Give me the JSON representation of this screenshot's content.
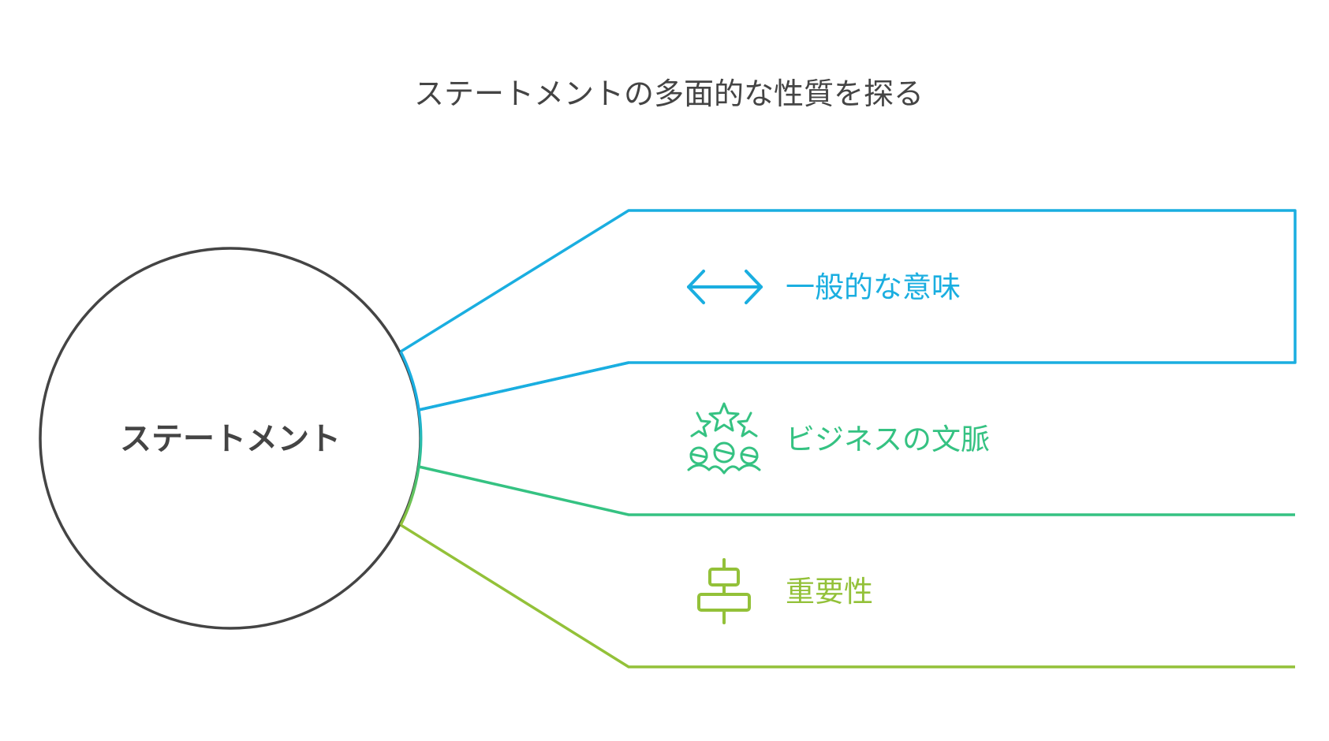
{
  "title": "ステートメントの多面的な性質を探る",
  "center": {
    "label": "ステートメント"
  },
  "branches": [
    {
      "label": "一般的な意味",
      "icon": "double-arrow-icon",
      "color": "#1aaee0"
    },
    {
      "label": "ビジネスの文脈",
      "icon": "stars-people-icon",
      "color": "#35c282"
    },
    {
      "label": "重要性",
      "icon": "align-center-icon",
      "color": "#93c139"
    }
  ],
  "colors": {
    "text": "#444444",
    "circle": "#444444"
  }
}
